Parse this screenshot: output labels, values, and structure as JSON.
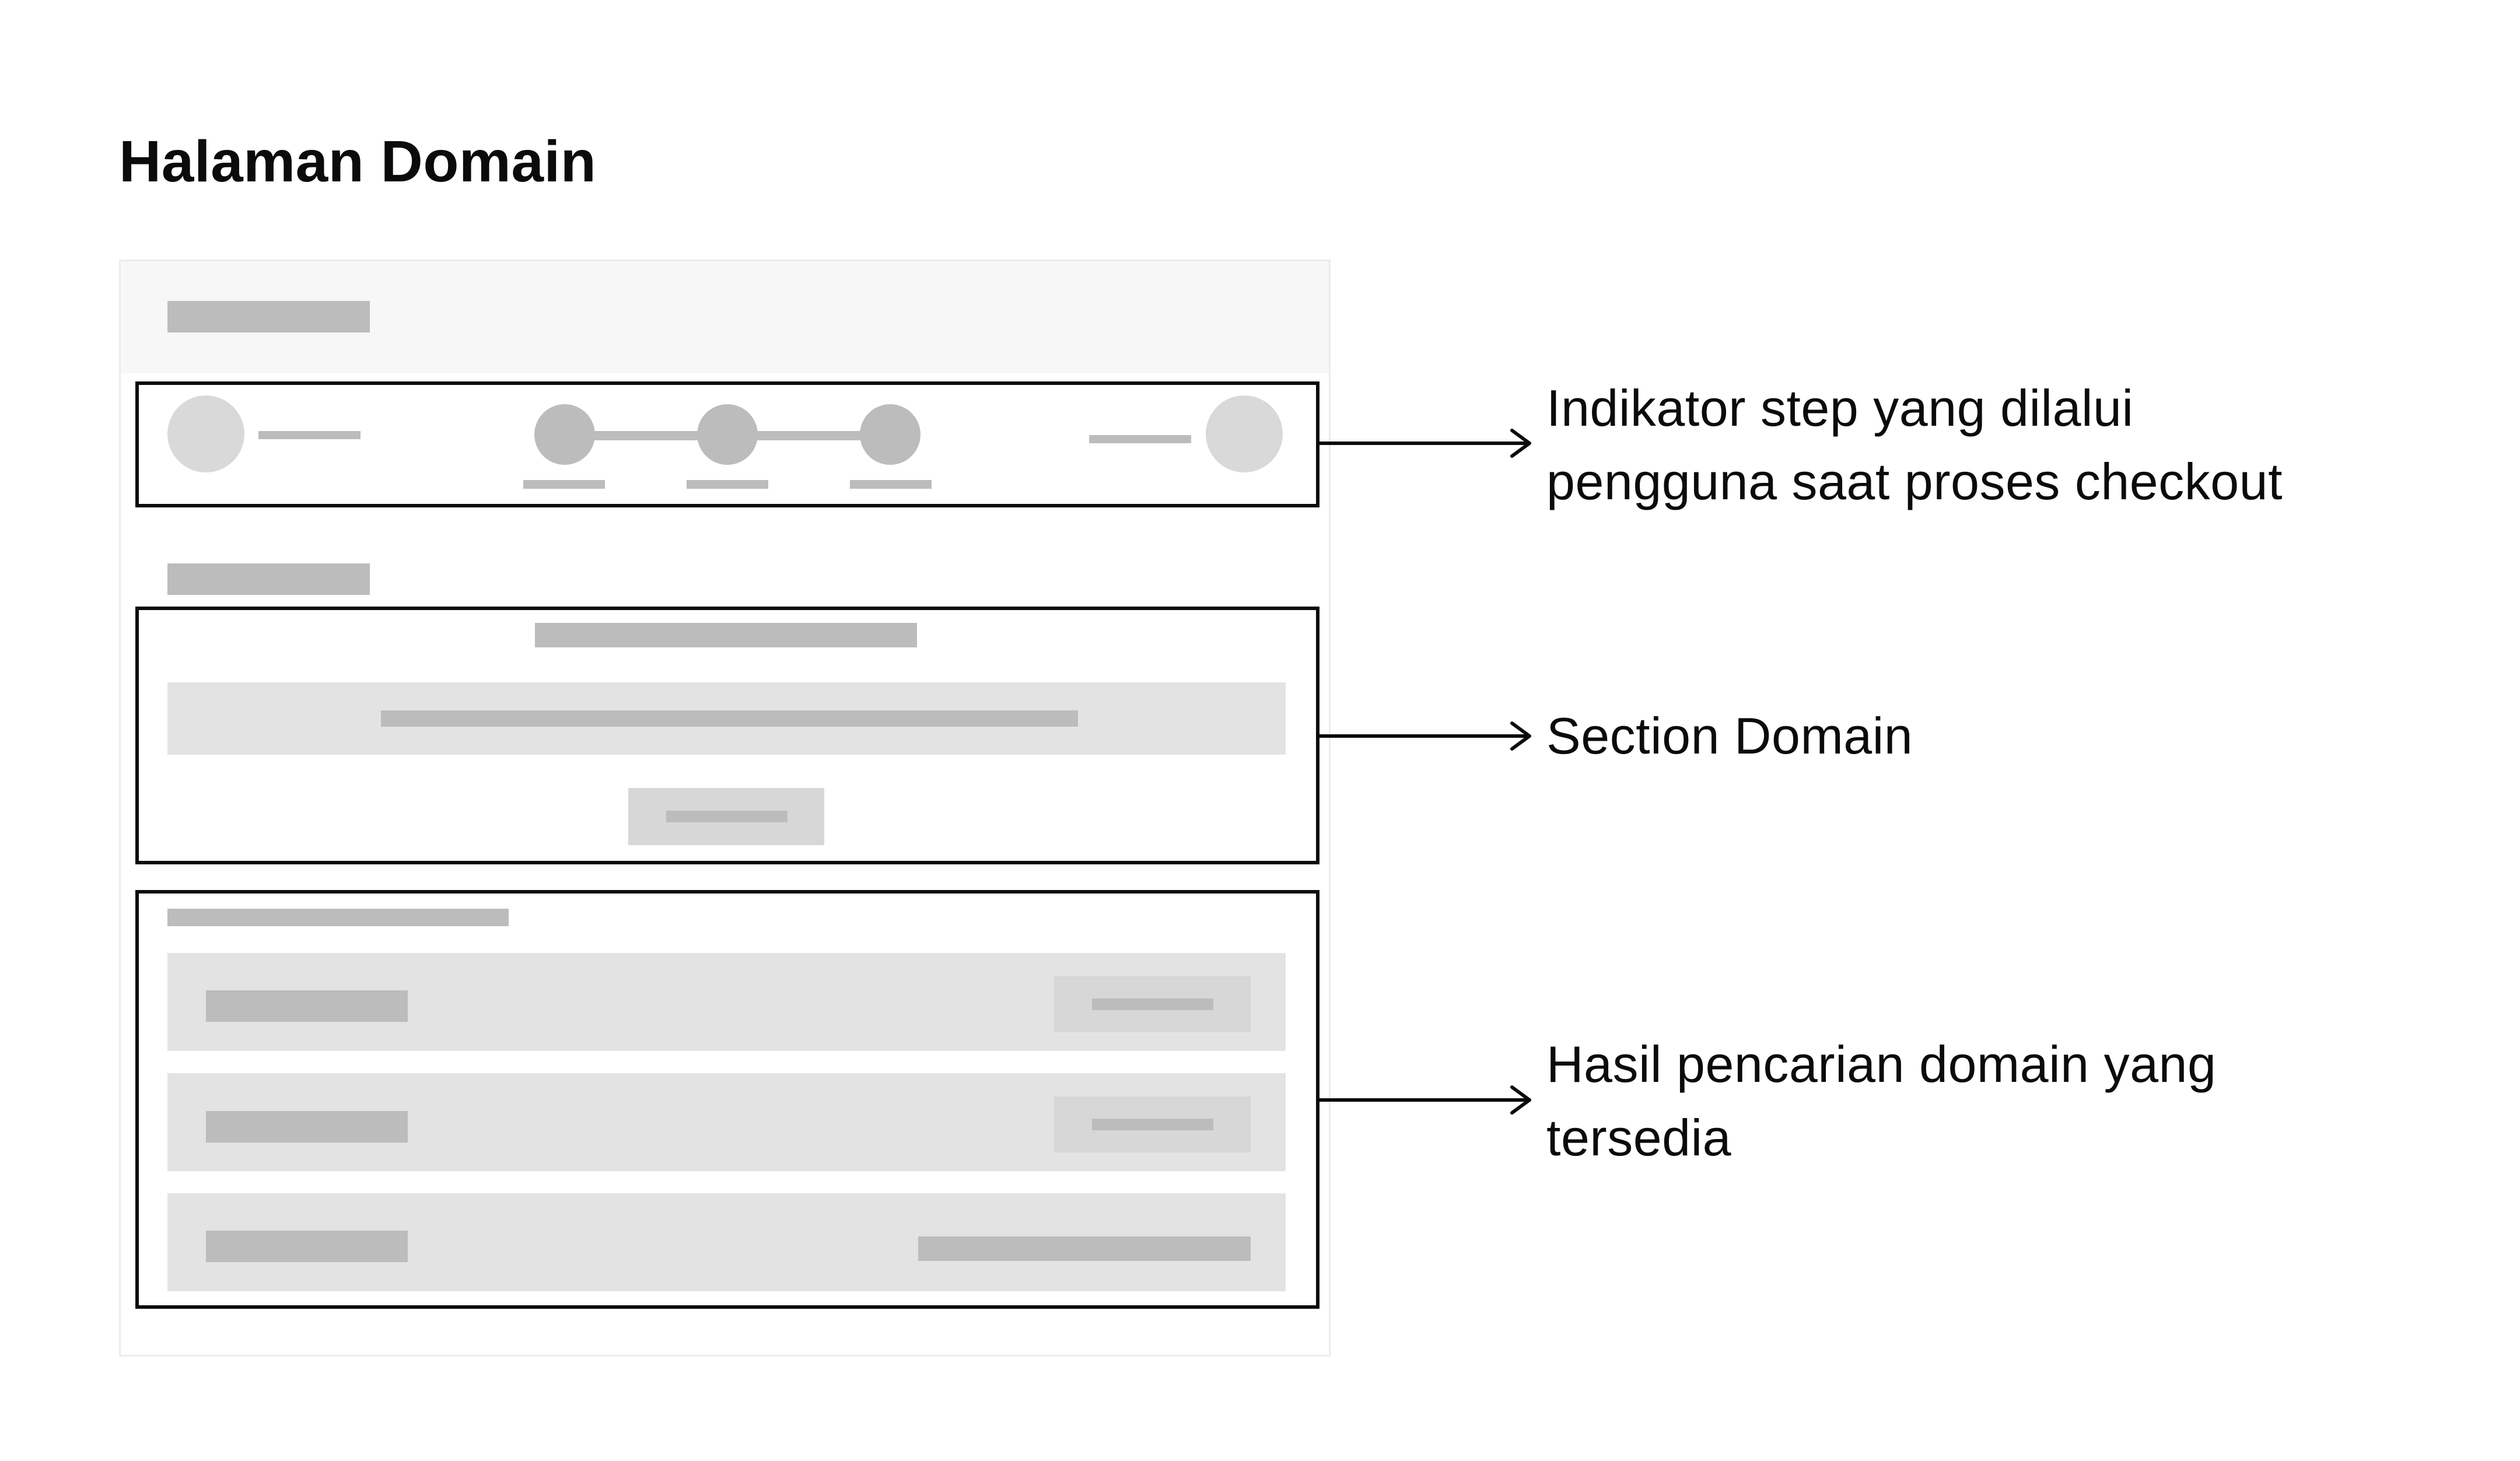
{
  "title": "Halaman Domain",
  "annotations": {
    "step_indicator": {
      "line1": "Indikator step yang dilalui",
      "line2": "pengguna saat proses checkout"
    },
    "section_domain": {
      "line1": "Section Domain"
    },
    "search_results": {
      "line1": "Hasil pencarian domain yang",
      "line2": "tersedia"
    }
  },
  "colors": {
    "frame": "#0b0b0b",
    "placeholder_dark": "#bdbcbd",
    "placeholder_light": "#e3e3e3",
    "header_bg": "#f7f7f7"
  }
}
